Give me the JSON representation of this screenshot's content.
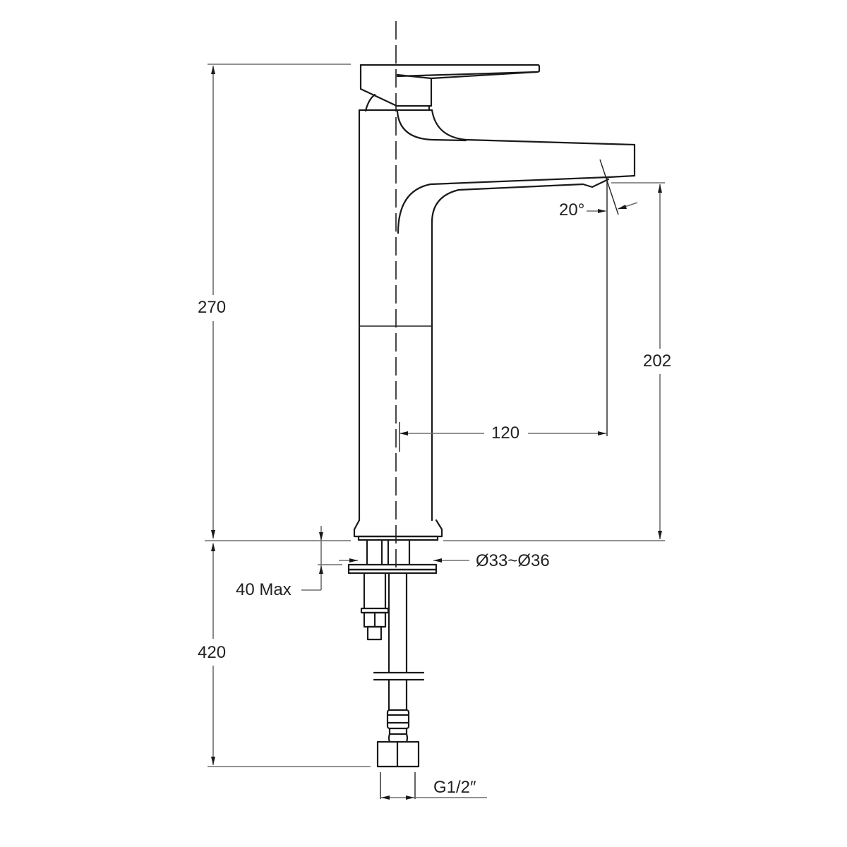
{
  "drawing": {
    "type": "technical-dimension-drawing",
    "subject": "single-lever tall basin mixer (side elevation)",
    "units": "mm",
    "line_color": "#1a1a1a",
    "dimension_line_color": "#6e6e6e",
    "background": "#ffffff"
  },
  "dimensions": {
    "total_height_above_deck": "270",
    "spout_outlet_height": "202",
    "spout_reach": "120",
    "outlet_angle": "20°",
    "hole_diameter": "Ø33~Ø36",
    "max_deck_thickness": "40 Max",
    "hose_length": "420",
    "connection_thread": "G1/2″"
  }
}
